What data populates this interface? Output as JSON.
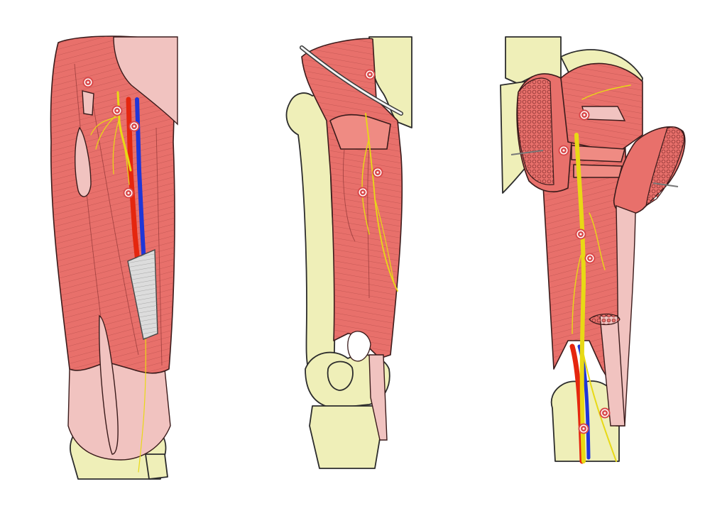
{
  "figure": {
    "panels": [
      {
        "id": "anterior",
        "marker_count": 4
      },
      {
        "id": "medial",
        "marker_count": 3
      },
      {
        "id": "posterior",
        "marker_count": 6
      }
    ]
  },
  "colors": {
    "muscle": "#e8706b",
    "muscle_dark": "#c54a45",
    "tendon": "#f1c3c0",
    "bone": "#efefb8",
    "artery": "#e5260e",
    "vein": "#1f36d8",
    "nerve": "#e8d915",
    "marker": "#d9494a",
    "fascia": "#dcdcdc"
  },
  "icons": {
    "marker": "target-marker-icon"
  }
}
